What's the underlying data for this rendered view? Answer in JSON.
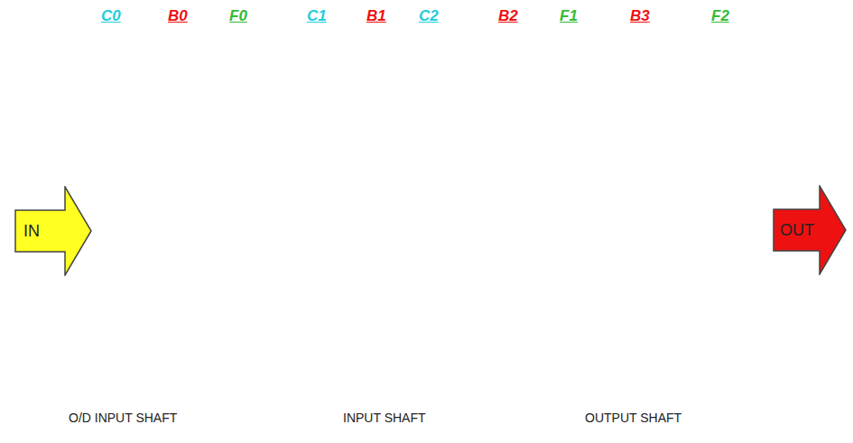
{
  "diagram": {
    "nodes": [
      {
        "text": [
          "IN"
        ]
      },
      {
        "text": [
          "OUT"
        ]
      }
    ],
    "labels": [
      "C0",
      "B0",
      "F0",
      "C1",
      "B1",
      "C2",
      "B2",
      "F1",
      "B3",
      "F2",
      "O/D INPUT SHAFT",
      "INPUT SHAFT",
      "OUTPUT SHAFT"
    ]
  }
}
